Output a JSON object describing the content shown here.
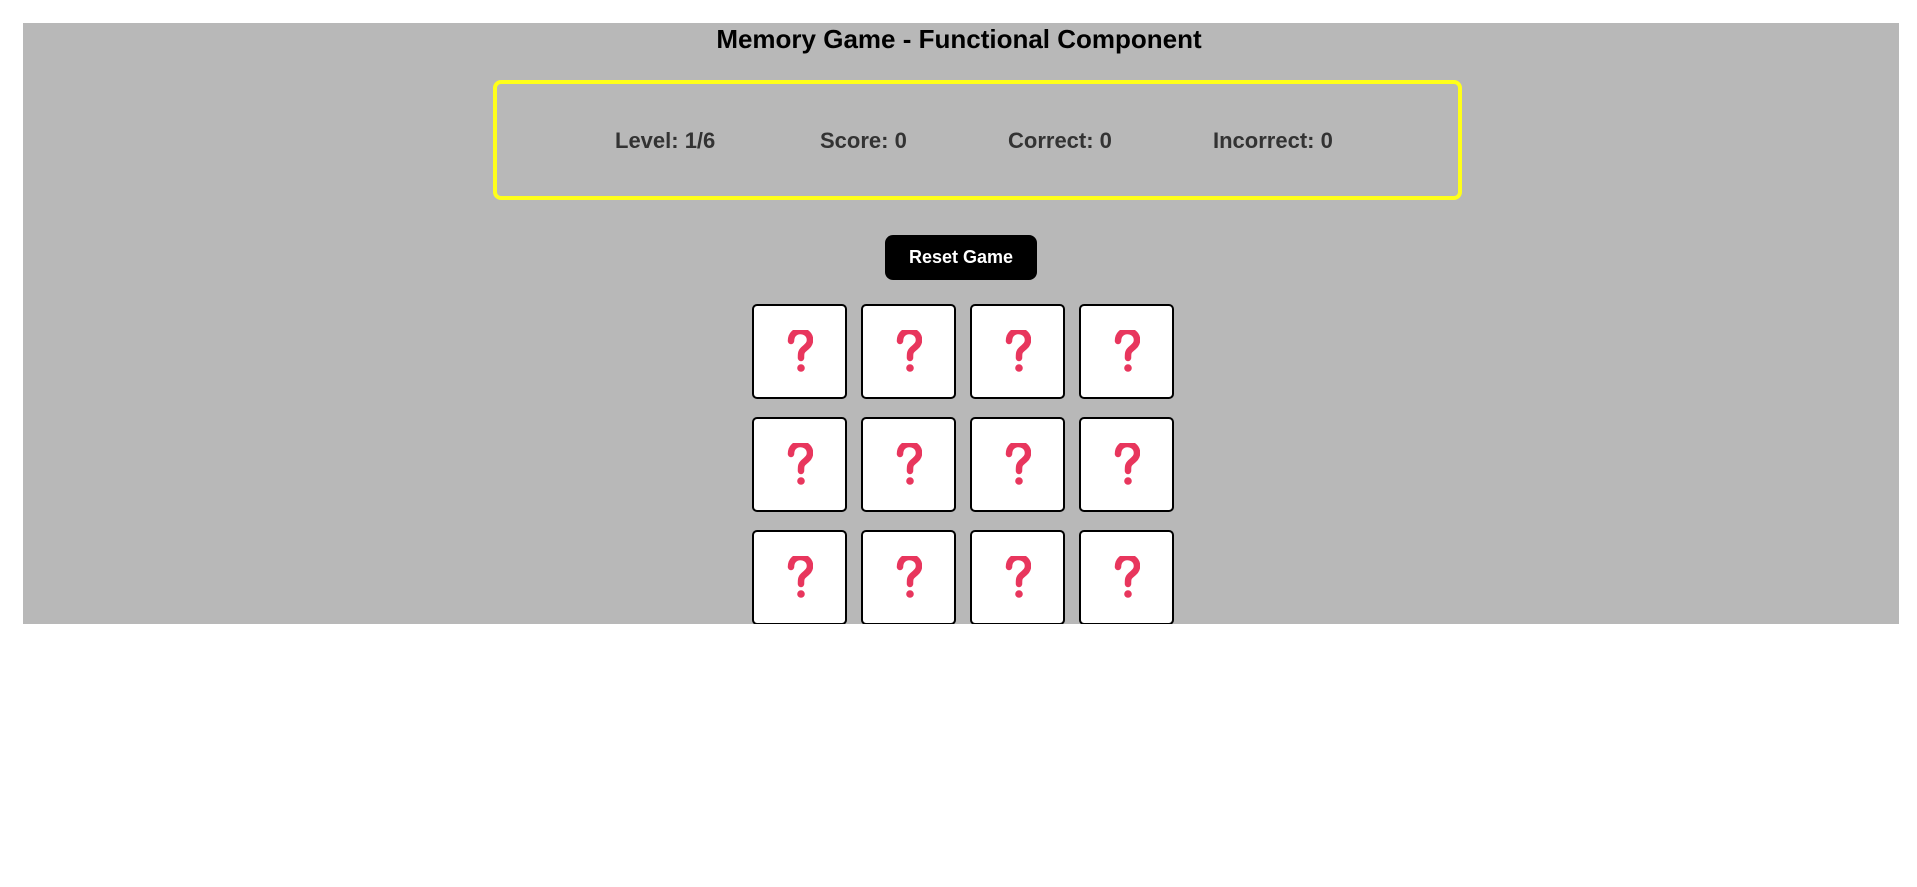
{
  "title": "Memory Game - Functional Component",
  "stats": {
    "level": "Level: 1/6",
    "score": "Score: 0",
    "correct": "Correct: 0",
    "incorrect": "Incorrect: 0"
  },
  "reset_label": "Reset Game",
  "colors": {
    "board_background": "#b8b8b8",
    "stats_border": "#ffff1a",
    "question_mark": "#e8365d"
  },
  "cards": [
    {
      "face": "question-mark-icon"
    },
    {
      "face": "question-mark-icon"
    },
    {
      "face": "question-mark-icon"
    },
    {
      "face": "question-mark-icon"
    },
    {
      "face": "question-mark-icon"
    },
    {
      "face": "question-mark-icon"
    },
    {
      "face": "question-mark-icon"
    },
    {
      "face": "question-mark-icon"
    },
    {
      "face": "question-mark-icon"
    },
    {
      "face": "question-mark-icon"
    },
    {
      "face": "question-mark-icon"
    },
    {
      "face": "question-mark-icon"
    }
  ]
}
